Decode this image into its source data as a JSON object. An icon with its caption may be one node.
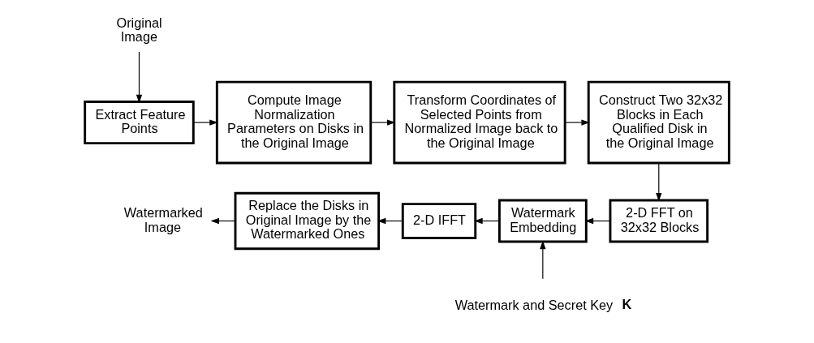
{
  "diagram": {
    "nodes": [
      {
        "text": [
          "Original Image"
        ]
      },
      {
        "text": [
          "Extract Feature Points"
        ]
      },
      {
        "text": [
          "Compute Image Normalization Parameters on Disks in the Original Image"
        ]
      },
      {
        "text": [
          "Transform Coordinates of Selected Points from Normalized Image back to the Original Image"
        ]
      },
      {
        "text": [
          "Construct Two 32x32 Blocks in Each Qualified Disk in the Original Image"
        ]
      },
      {
        "text": [
          "2-D FFT on 32x32 Blocks"
        ]
      },
      {
        "text": [
          "Watermark Embedding"
        ]
      },
      {
        "text": [
          "2-D IFFT"
        ]
      },
      {
        "text": [
          "Replace the Disks in Original Image by the Watermarked Ones"
        ]
      },
      {
        "text": [
          "Watermarked Image"
        ]
      },
      {
        "text": [
          "Watermark and Secret Key **K**"
        ]
      }
    ],
    "edges": [
      {
        "from": 0,
        "to": 1,
        "arrow": "to"
      },
      {
        "from": 1,
        "to": 2,
        "arrow": "to"
      },
      {
        "from": 2,
        "to": 3,
        "arrow": "to"
      },
      {
        "from": 3,
        "to": 4,
        "arrow": "to"
      },
      {
        "from": 4,
        "to": 5,
        "arrow": "to"
      },
      {
        "from": 5,
        "to": 6,
        "arrow": "to"
      },
      {
        "from": 6,
        "to": 7,
        "arrow": "to"
      },
      {
        "from": 7,
        "to": 8,
        "arrow": "to"
      },
      {
        "from": 8,
        "to": 9,
        "arrow": "to"
      },
      {
        "from": 10,
        "to": 6,
        "arrow": "to"
      }
    ]
  }
}
